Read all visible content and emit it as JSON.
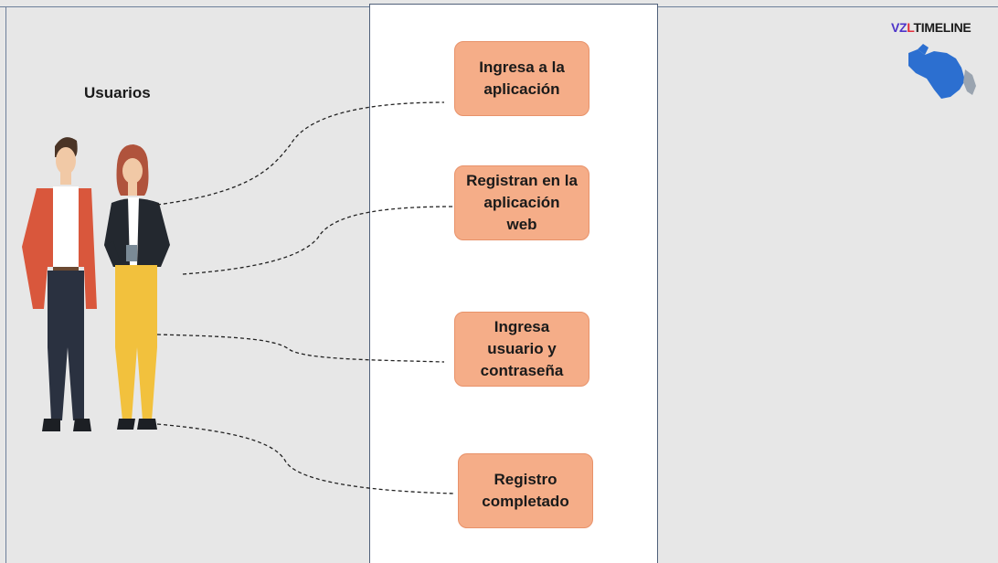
{
  "diagram": {
    "actor_label": "Usuarios",
    "steps": [
      {
        "label": "Ingresa a la\naplicación"
      },
      {
        "label": "Registran en la\naplicación\nweb"
      },
      {
        "label": "Ingresa\nusuario y\ncontraseña"
      },
      {
        "label": "Registro\ncompletado"
      }
    ]
  },
  "logo": {
    "part1": "VZ",
    "part2": "L",
    "part3": "TIMELINE"
  },
  "colors": {
    "step_fill": "#f5ad88",
    "background": "#e7e7e7",
    "panel": "#ffffff"
  }
}
